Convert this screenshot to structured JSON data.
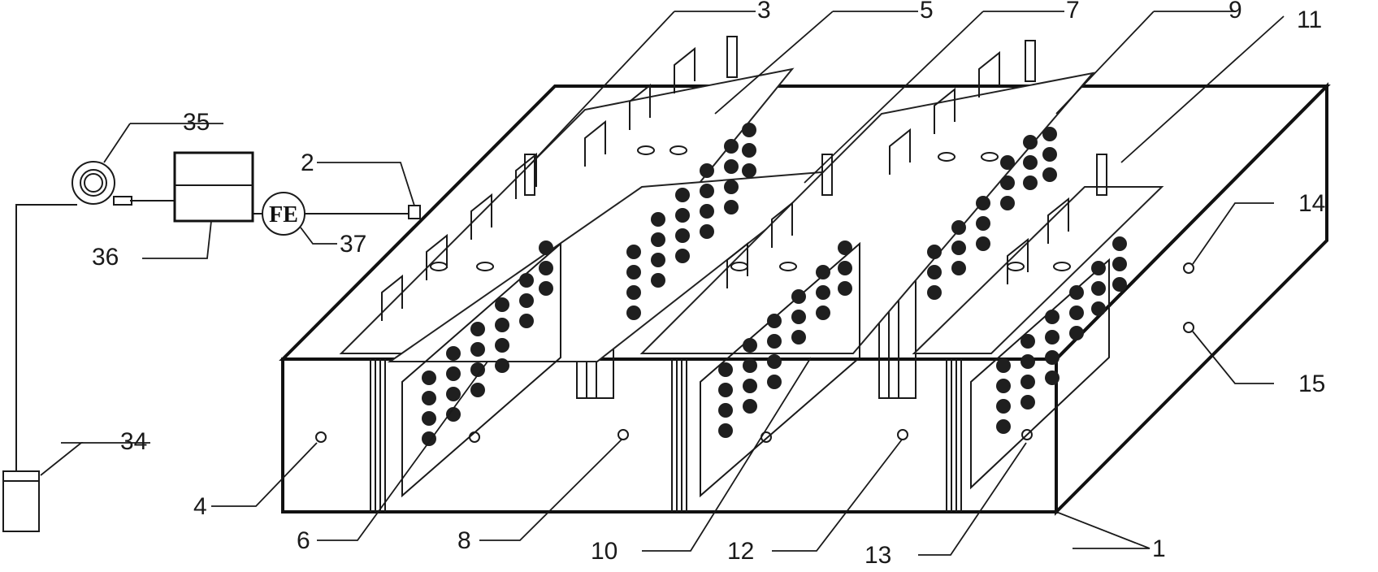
{
  "labels": {
    "l1": "1",
    "l2": "2",
    "l3": "3",
    "l4": "4",
    "l5": "5",
    "l6": "6",
    "l7": "7",
    "l8": "8",
    "l9": "9",
    "l10": "10",
    "l11": "11",
    "l12": "12",
    "l13": "13",
    "l14": "14",
    "l15": "15",
    "l34": "34",
    "l35": "35",
    "l36": "36",
    "l37": "37"
  },
  "flow_meter_text": "FE"
}
